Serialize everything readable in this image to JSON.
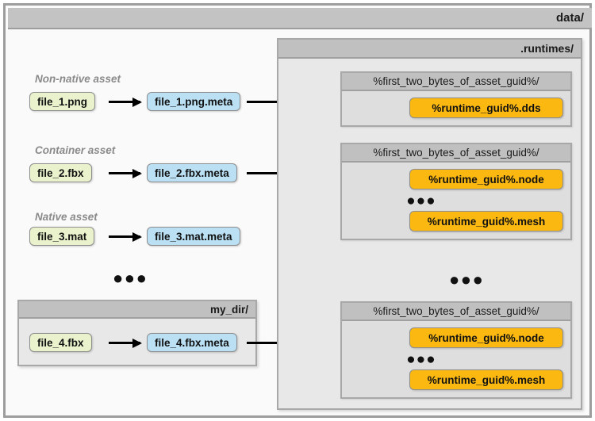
{
  "diagram": {
    "outer_frame": {
      "title": "data/"
    },
    "runtimes_panel": {
      "title": ".runtimes/"
    },
    "my_dir": {
      "title": "my_dir/"
    },
    "ellipsis_glyph": "●●●",
    "left_column": {
      "ellipsis": "●●●",
      "rows": [
        {
          "label": "Non-native asset",
          "asset": "file_1.png",
          "meta": "file_1.png.meta",
          "has_runtime_link": true
        },
        {
          "label": "Container asset",
          "asset": "file_2.fbx",
          "meta": "file_2.fbx.meta",
          "has_runtime_link": true
        },
        {
          "label": "Native asset",
          "asset": "file_3.mat",
          "meta": "file_3.mat.meta",
          "has_runtime_link": false
        },
        {
          "label": "",
          "asset": "file_4.fbx",
          "meta": "file_4.fbx.meta",
          "has_runtime_link": true
        }
      ]
    },
    "runtime_groups": [
      {
        "header": "%first_two_bytes_of_asset_guid%/",
        "items": [
          "%runtime_guid%.dds"
        ],
        "has_ellipsis": false
      },
      {
        "header": "%first_two_bytes_of_asset_guid%/",
        "items": [
          "%runtime_guid%.node",
          "%runtime_guid%.mesh"
        ],
        "has_ellipsis": true
      },
      {
        "header": "%first_two_bytes_of_asset_guid%/",
        "items": [
          "%runtime_guid%.node",
          "%runtime_guid%.mesh"
        ],
        "has_ellipsis": true
      }
    ],
    "runtimes_ellipsis": "●●●",
    "colors": {
      "asset_box": "#e9f2cd",
      "meta_box": "#bbe0f4",
      "runtime_box": "#fbb811",
      "panel_header": "#c0c0c0",
      "panel_body": "#e8e8e8",
      "group_body": "#dedede",
      "label_text": "#8a8a8a",
      "frame_border": "#9d9d9d"
    }
  }
}
